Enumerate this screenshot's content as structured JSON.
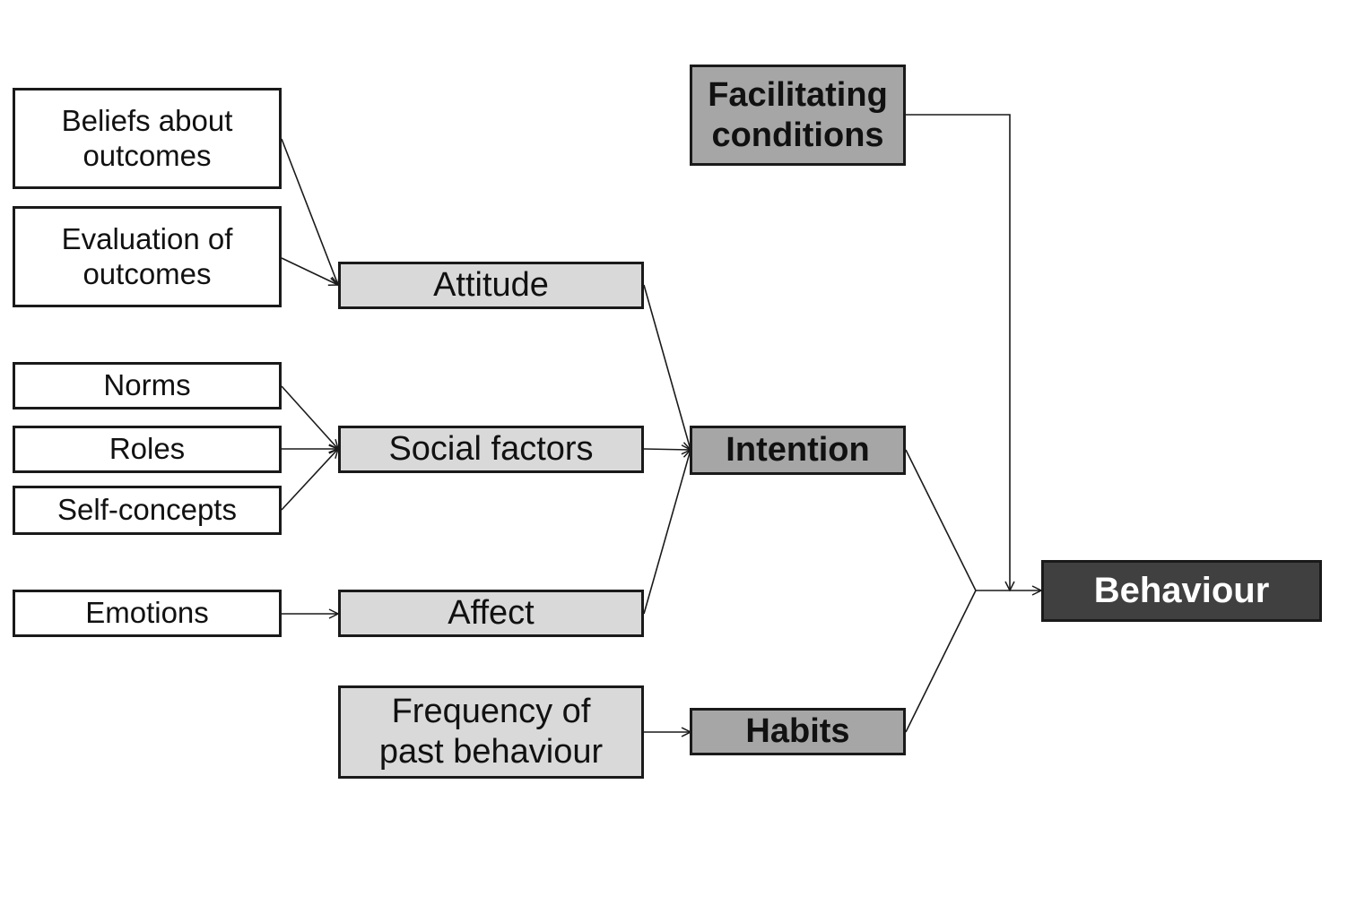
{
  "nodes": {
    "beliefs_about_outcomes": "Beliefs about\noutcomes",
    "evaluation_of_outcomes": "Evaluation of\noutcomes",
    "norms": "Norms",
    "roles": "Roles",
    "self_concepts": "Self-concepts",
    "emotions": "Emotions",
    "attitude": "Attitude",
    "social_factors": "Social factors",
    "affect": "Affect",
    "frequency_of_past_behaviour": "Frequency of\npast behaviour",
    "facilitating_conditions": "Facilitating\nconditions",
    "intention": "Intention",
    "habits": "Habits",
    "behaviour": "Behaviour"
  },
  "edges": [
    {
      "from": "beliefs_about_outcomes",
      "to": "attitude"
    },
    {
      "from": "evaluation_of_outcomes",
      "to": "attitude"
    },
    {
      "from": "norms",
      "to": "social_factors"
    },
    {
      "from": "roles",
      "to": "social_factors"
    },
    {
      "from": "self_concepts",
      "to": "social_factors"
    },
    {
      "from": "emotions",
      "to": "affect"
    },
    {
      "from": "attitude",
      "to": "intention"
    },
    {
      "from": "social_factors",
      "to": "intention"
    },
    {
      "from": "affect",
      "to": "intention"
    },
    {
      "from": "frequency_of_past_behaviour",
      "to": "habits"
    },
    {
      "from": "facilitating_conditions",
      "to": "behaviour"
    },
    {
      "from": "intention",
      "to": "behaviour"
    },
    {
      "from": "habits",
      "to": "behaviour"
    }
  ],
  "colors": {
    "line": "#1a1a1a",
    "white_box": "#ffffff",
    "light_box": "#d9d9d9",
    "mid_box": "#a6a6a6",
    "dark_box": "#404040"
  }
}
